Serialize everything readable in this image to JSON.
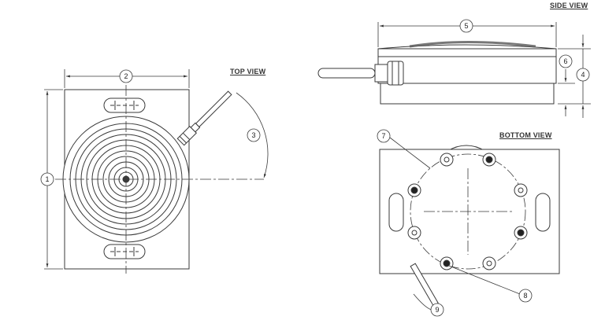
{
  "titles": {
    "side_view": "SIDE VIEW",
    "top_view": "TOP VIEW",
    "bottom_view": "BOTTOM VIEW"
  },
  "callouts": {
    "c1": "1",
    "c2": "2",
    "c3": "3",
    "c4": "4",
    "c5": "5",
    "c6": "6",
    "c7": "7",
    "c8": "8",
    "c9": "9"
  },
  "colors": {
    "line": "#3a3a3a",
    "body_fill": "#ffffff",
    "accent_dark": "#222222"
  }
}
